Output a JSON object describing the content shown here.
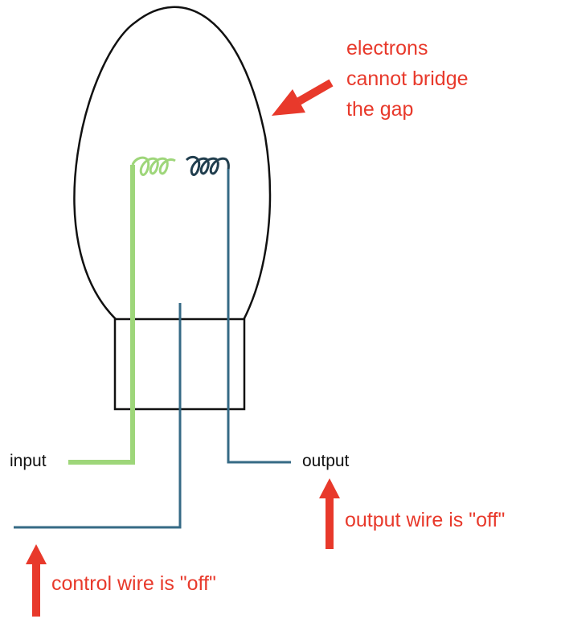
{
  "labels": {
    "gap_note": [
      "electrons",
      "cannot bridge",
      "the gap"
    ],
    "input": "input",
    "output": "output",
    "output_note": "output wire is \"off\"",
    "control_note": "control wire is \"off\""
  },
  "colors": {
    "outline": "#111111",
    "input_wire": "#9ed67a",
    "wire": "#356a85",
    "dark_coil": "#213e4e",
    "annotation": "#e8392b"
  }
}
